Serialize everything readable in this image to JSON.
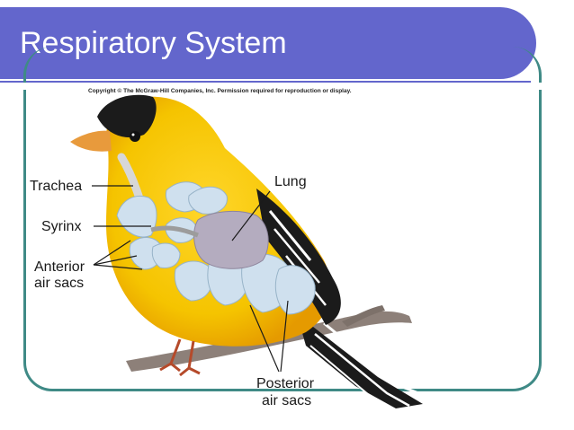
{
  "slide": {
    "title": "Respiratory System",
    "copyright": "Copyright © The McGraw-Hill Companies, Inc. Permission required for reproduction or display."
  },
  "labels": {
    "trachea": "Trachea",
    "lung": "Lung",
    "syrinx": "Syrinx",
    "anterior_line1": "Anterior",
    "anterior_line2": "air sacs",
    "posterior_line1": "Posterior",
    "posterior_line2": "air sacs"
  },
  "colors": {
    "title_bar": "#6366cc",
    "frame": "#3f8a86",
    "body_yellow": "#f5c400",
    "body_orange": "#e8a100",
    "air_sac": "#cfe0ee",
    "lung": "#b4acbf",
    "black_feather": "#1b1b1b",
    "beak": "#e89a3c",
    "branch": "#8d8079"
  }
}
